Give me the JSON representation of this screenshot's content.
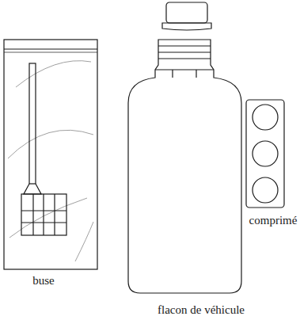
{
  "diagram": {
    "labels": [
      "buse",
      "flacon de véhicule",
      "comprimé"
    ]
  }
}
